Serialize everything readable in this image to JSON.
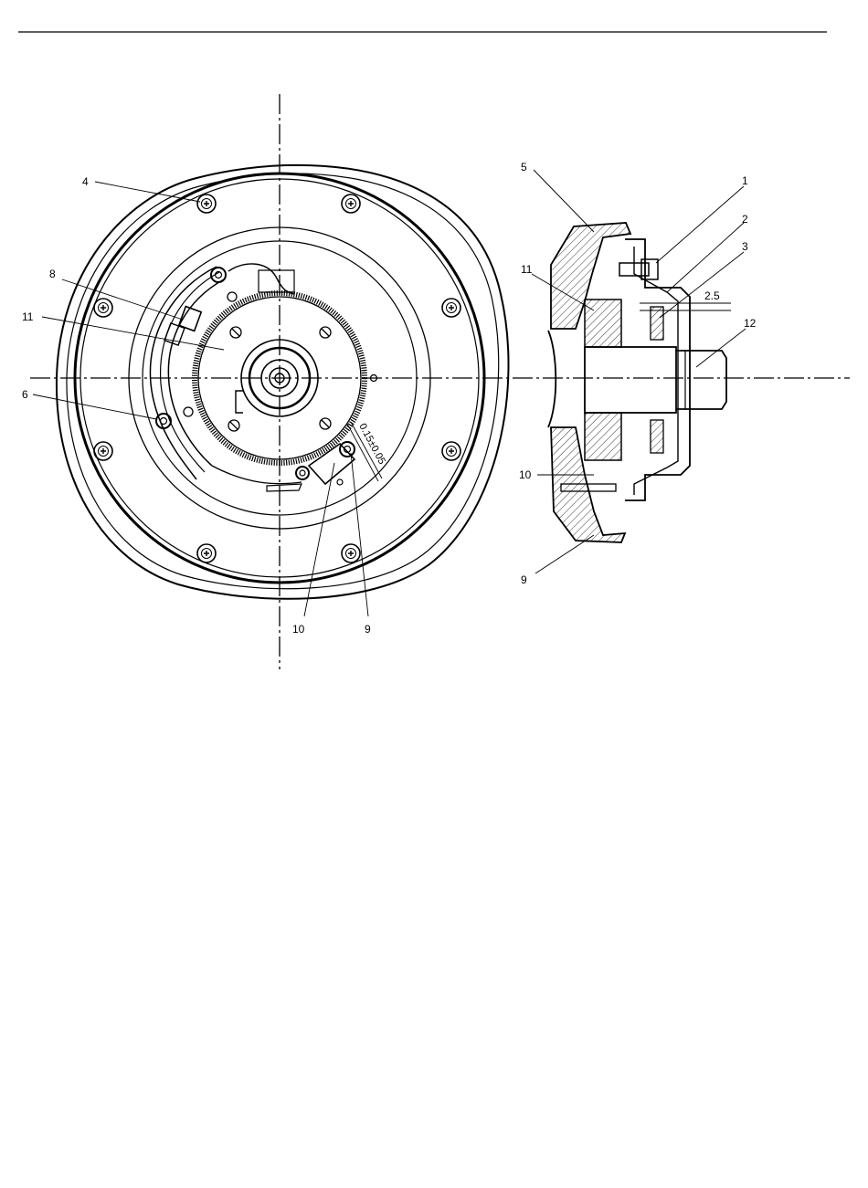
{
  "front_view": {
    "callouts": [
      {
        "id": "front-callout-4",
        "text": "4"
      },
      {
        "id": "front-callout-8",
        "text": "8"
      },
      {
        "id": "front-callout-11",
        "text": "11"
      },
      {
        "id": "front-callout-6",
        "text": "6"
      },
      {
        "id": "front-callout-10",
        "text": "10"
      },
      {
        "id": "front-callout-9",
        "text": "9"
      }
    ],
    "gap_dimension": "0.15±0.05"
  },
  "section_view": {
    "callouts": [
      {
        "id": "section-callout-5",
        "text": "5"
      },
      {
        "id": "section-callout-1",
        "text": "1"
      },
      {
        "id": "section-callout-2",
        "text": "2"
      },
      {
        "id": "section-callout-3",
        "text": "3"
      },
      {
        "id": "section-callout-11",
        "text": "11"
      },
      {
        "id": "section-callout-12",
        "text": "12"
      },
      {
        "id": "section-callout-10",
        "text": "10"
      },
      {
        "id": "section-callout-9",
        "text": "9"
      }
    ],
    "dimension_value": "2.5"
  }
}
